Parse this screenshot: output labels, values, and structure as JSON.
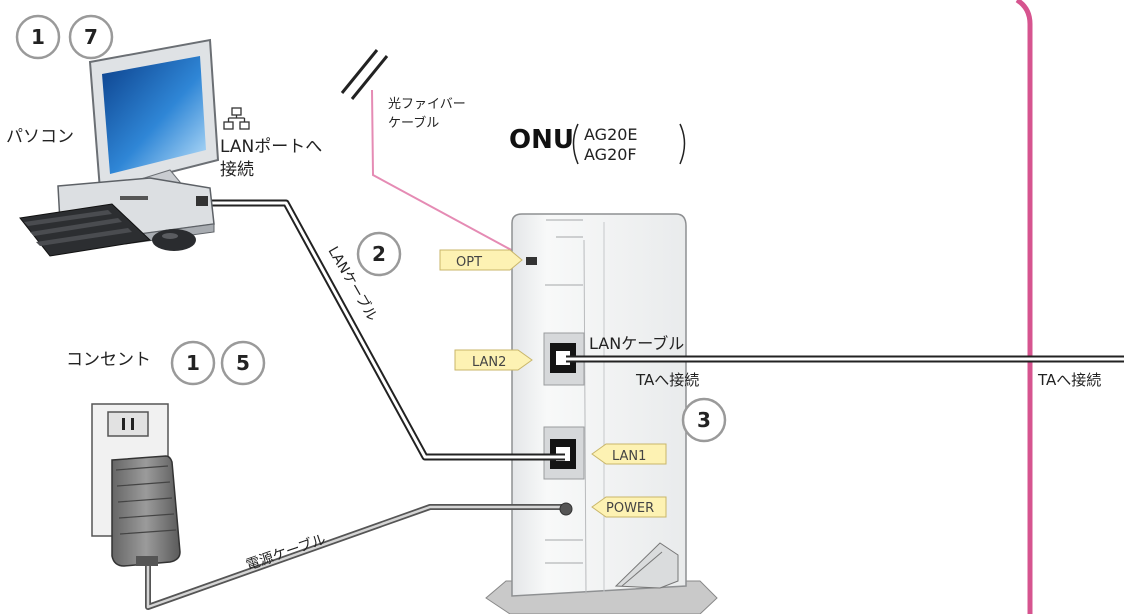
{
  "labels": {
    "pc": "パソコン",
    "lan_port_line1": "LANポートへ",
    "lan_port_line2": "接続",
    "fiber_line1": "光ファイバー",
    "fiber_line2": "ケーブル",
    "onu_title": "ONU",
    "onu_model1": "AG20E",
    "onu_model2": "AG20F",
    "lan_cable_diag": "LANケーブル",
    "lan_cable_right": "LANケーブル",
    "ta_connect_near": "TAへ接続",
    "ta_connect_far": "TAへ接続",
    "outlet": "コンセント",
    "power_cable": "電源ケーブル"
  },
  "ports": {
    "opt": "OPT",
    "lan2": "LAN2",
    "lan1": "LAN1",
    "power": "POWER"
  },
  "steps": {
    "pc_a": "1",
    "pc_b": "7",
    "lan": "2",
    "ta": "3",
    "outlet_a": "1",
    "outlet_b": "5"
  },
  "icons": {
    "network": "network-icon"
  },
  "colors": {
    "fiber": "#e58bb4",
    "divider": "#d6548f",
    "tag_fill": "#fdf2b3",
    "tag_stroke": "#c9b66a"
  }
}
